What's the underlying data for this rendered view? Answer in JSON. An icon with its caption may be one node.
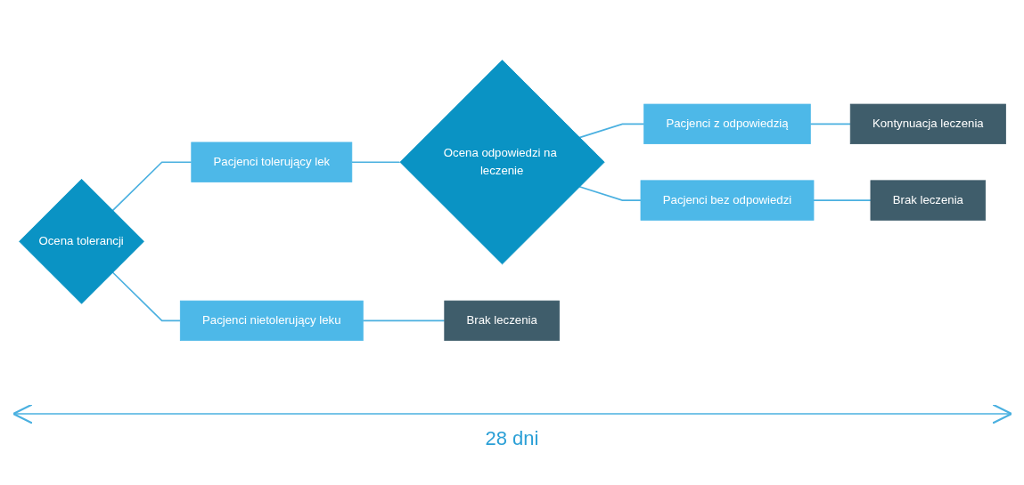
{
  "diagram": {
    "nodes": [
      {
        "text": [
          "Ocena tolerancji"
        ]
      },
      {
        "text": [
          "Pacjenci tolerujący lek"
        ]
      },
      {
        "text": [
          "Pacjenci nietolerujący leku"
        ]
      },
      {
        "text": [
          "Ocena odpowiedzi na leczenie"
        ]
      },
      {
        "text": [
          "Pacjenci z odpowiedzią"
        ]
      },
      {
        "text": [
          "Pacjenci bez odpowiedzi"
        ]
      },
      {
        "text": [
          "Kontynuacja leczenia"
        ]
      },
      {
        "text": [
          "Brak leczenia"
        ]
      },
      {
        "text": [
          "Brak leczenia"
        ]
      }
    ],
    "edges": [
      {
        "from": 0,
        "to": 1,
        "arrow": "none"
      },
      {
        "from": 0,
        "to": 2,
        "arrow": "none"
      },
      {
        "from": 1,
        "to": 3,
        "arrow": "none"
      },
      {
        "from": 3,
        "to": 4,
        "arrow": "none"
      },
      {
        "from": 3,
        "to": 5,
        "arrow": "none"
      },
      {
        "from": 4,
        "to": 6,
        "arrow": "none"
      },
      {
        "from": 5,
        "to": 7,
        "arrow": "none"
      },
      {
        "from": 2,
        "to": 8,
        "arrow": "none"
      }
    ],
    "labels": [
      "28 dni"
    ]
  }
}
